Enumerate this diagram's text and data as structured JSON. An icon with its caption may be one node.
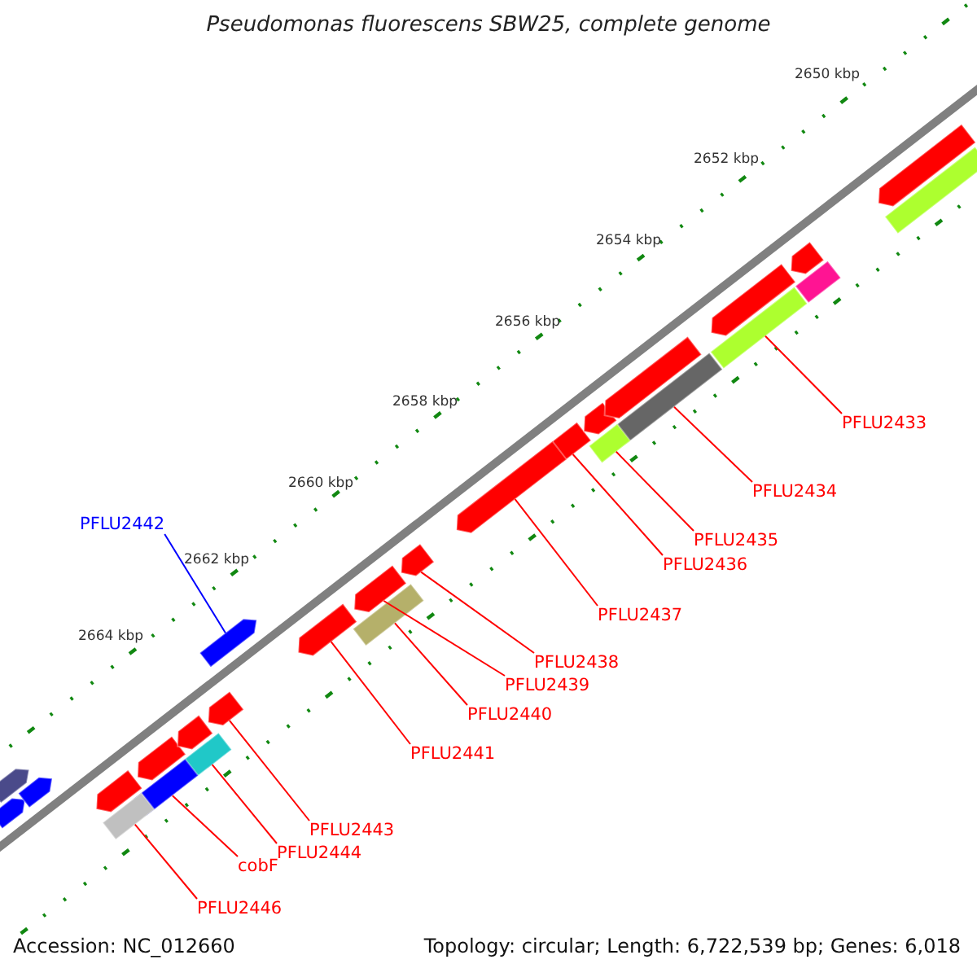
{
  "diagram": {
    "title": "Pseudomonas fluorescens SBW25, complete genome",
    "nodes": [
      {
        "text": [
          "PFLU2433"
        ]
      },
      {
        "text": [],
        "shape": "bar"
      },
      {
        "text": [
          "PFLU2434"
        ]
      },
      {
        "text": [],
        "shape": "bar"
      },
      {
        "text": [
          "PFLU2435"
        ]
      },
      {
        "text": [],
        "shape": "bar"
      },
      {
        "text": [
          "PFLU2436"
        ]
      },
      {
        "text": [],
        "shape": "arrow"
      },
      {
        "text": [
          "PFLU2437"
        ]
      },
      {
        "text": [],
        "shape": "arrow"
      },
      {
        "text": [
          "PFLU2442"
        ]
      },
      {
        "text": [],
        "shape": "arrow"
      },
      {
        "text": [
          "PFLU2438"
        ]
      },
      {
        "text": [],
        "shape": "arrow"
      },
      {
        "text": [
          "PFLU2439"
        ]
      },
      {
        "text": [],
        "shape": "arrow"
      },
      {
        "text": [
          "PFLU2440"
        ]
      },
      {
        "text": [],
        "shape": "bar"
      },
      {
        "text": [
          "PFLU2441"
        ]
      },
      {
        "text": [],
        "shape": "arrow"
      },
      {
        "text": [
          "PFLU2443"
        ]
      },
      {
        "text": [],
        "shape": "arrow"
      },
      {
        "text": [
          "PFLU2444"
        ]
      },
      {
        "text": [],
        "shape": "bar"
      },
      {
        "text": [
          "cobF"
        ]
      },
      {
        "text": [],
        "shape": "bar"
      },
      {
        "text": [
          "PFLU2446"
        ]
      },
      {
        "text": [],
        "shape": "bar"
      },
      {
        "text": [],
        "shape": "arrow"
      },
      {
        "text": [],
        "shape": "arrow"
      },
      {
        "text": [],
        "shape": "arrow"
      },
      {
        "text": [],
        "shape": "arrow"
      },
      {
        "text": [],
        "shape": "arrow"
      },
      {
        "text": [],
        "shape": "arrow"
      },
      {
        "text": [],
        "shape": "arrow"
      },
      {
        "text": [],
        "shape": "arrow"
      },
      {
        "text": [],
        "shape": "arrow"
      },
      {
        "text": [],
        "shape": "bar"
      },
      {
        "text": [],
        "shape": "arrow"
      },
      {
        "text": [],
        "shape": "bar"
      },
      {
        "text": [],
        "shape": "arrow"
      }
    ],
    "edges": [
      {
        "from": 0,
        "to": 1,
        "arrow": "none"
      },
      {
        "from": 2,
        "to": 3,
        "arrow": "none"
      },
      {
        "from": 4,
        "to": 5,
        "arrow": "none"
      },
      {
        "from": 6,
        "to": 7,
        "arrow": "none"
      },
      {
        "from": 8,
        "to": 9,
        "arrow": "none"
      },
      {
        "from": 10,
        "to": 11,
        "arrow": "none",
        "color": "#0000ff"
      },
      {
        "from": 12,
        "to": 13,
        "arrow": "none"
      },
      {
        "from": 14,
        "to": 15,
        "arrow": "none"
      },
      {
        "from": 16,
        "to": 17,
        "arrow": "none"
      },
      {
        "from": 18,
        "to": 19,
        "arrow": "none"
      },
      {
        "from": 20,
        "to": 21,
        "arrow": "none"
      },
      {
        "from": 22,
        "to": 23,
        "arrow": "none"
      },
      {
        "from": 24,
        "to": 25,
        "arrow": "none"
      },
      {
        "from": 26,
        "to": 27,
        "arrow": "none"
      }
    ],
    "labels": [
      "2650 kbp",
      "2652 kbp",
      "2654 kbp",
      "2656 kbp",
      "2658 kbp",
      "2660 kbp",
      "2662 kbp",
      "2664 kbp",
      "Accession: NC_012660",
      "Topology: circular; Length: 6,722,539 bp; Genes: 6,018"
    ]
  }
}
